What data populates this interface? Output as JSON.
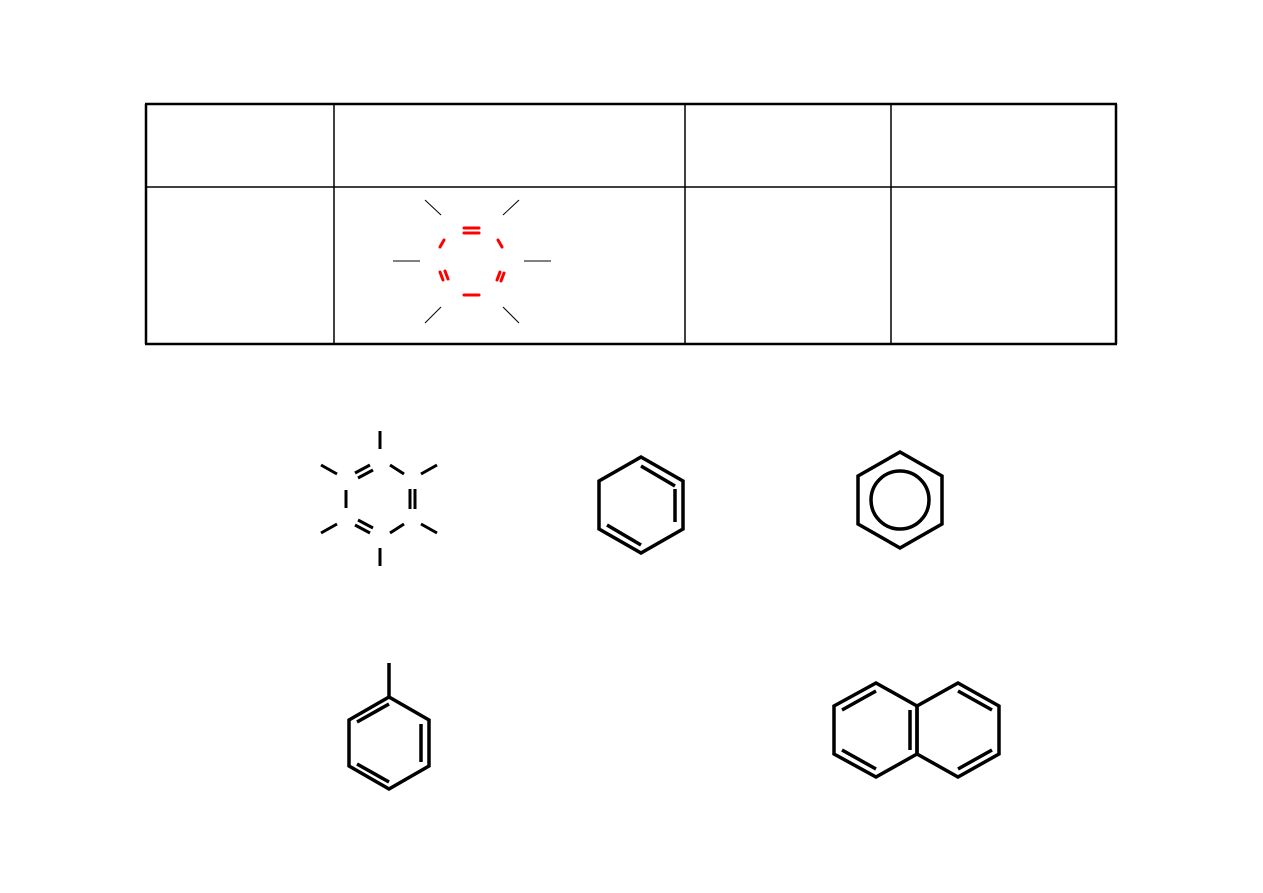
{
  "colors": {
    "line": "#000000",
    "highlight": "#ff0000",
    "background": "#ffffff"
  },
  "table": {
    "rows": 2,
    "columns": 4,
    "cells": [
      [
        "",
        "",
        "",
        ""
      ],
      [
        "",
        "",
        "",
        ""
      ]
    ],
    "highlighted_cell": "row-2-col-2"
  },
  "structures": [
    "benzene-kekule-skeleton-highlighted",
    "benzene-skeleton-with-hydrogen-bonds",
    "benzene-kekule",
    "benzene-aromatic-circle",
    "toluene",
    "naphthalene"
  ]
}
